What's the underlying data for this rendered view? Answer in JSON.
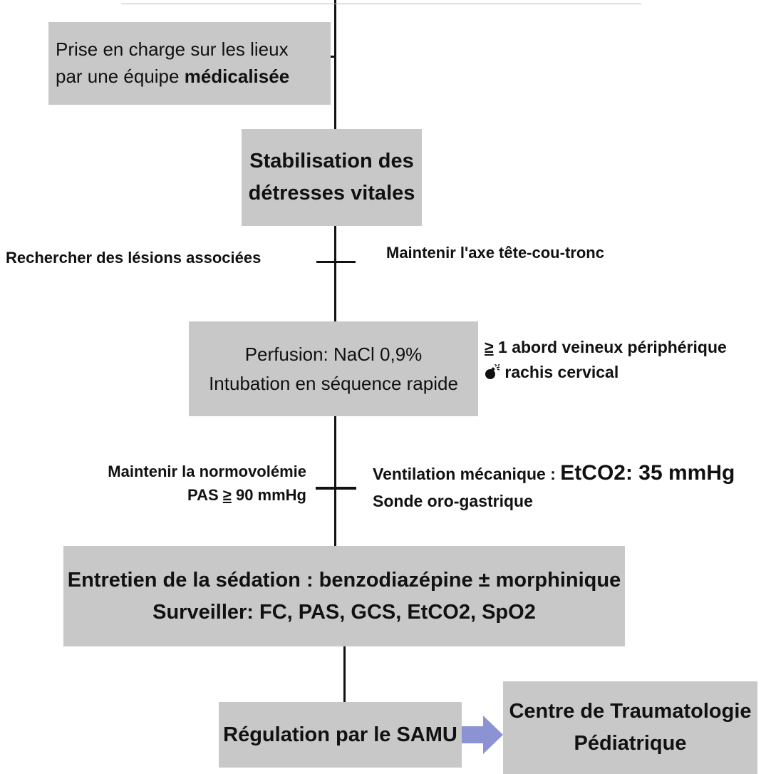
{
  "box1": {
    "line1": "Prise en charge sur les lieux",
    "line2_prefix": "par une équipe ",
    "line2_bold": "médicalisée"
  },
  "box2": {
    "line1": "Stabilisation des",
    "line2": "détresses vitales"
  },
  "side1": {
    "left": "Rechercher des lésions associées",
    "right": "Maintenir l'axe tête-cou-tronc"
  },
  "box3": {
    "line1": "Perfusion: NaCl 0,9%",
    "line2": "Intubation en séquence rapide"
  },
  "side2": {
    "ge": "≥",
    "line1_rest": " 1 abord veineux périphérique",
    "bomb_icon": "bomb-icon",
    "line2": " rachis cervical"
  },
  "side3": {
    "left_line1": "Maintenir la normovolémie",
    "left_line2_prefix": "PAS ",
    "left_ge": "≥",
    "left_line2_rest": " 90 mmHg",
    "right_line1_prefix": "Ventilation mécanique : ",
    "right_line1_big": "EtCO2: 35 mmHg",
    "right_line2": "Sonde oro-gastrique"
  },
  "box4": {
    "line1": "Entretien de la sédation : benzodiazépine ± morphinique",
    "line2": "Surveiller: FC, PAS, GCS, EtCO2, SpO2"
  },
  "box5": {
    "label": "Régulation par le SAMU"
  },
  "box6": {
    "line1": "Centre de Traumatologie",
    "line2": "Pédiatrique"
  },
  "colors": {
    "box_fill": "#c8c8c8",
    "arrow_fill": "#8c93d2",
    "line": "#111111"
  }
}
